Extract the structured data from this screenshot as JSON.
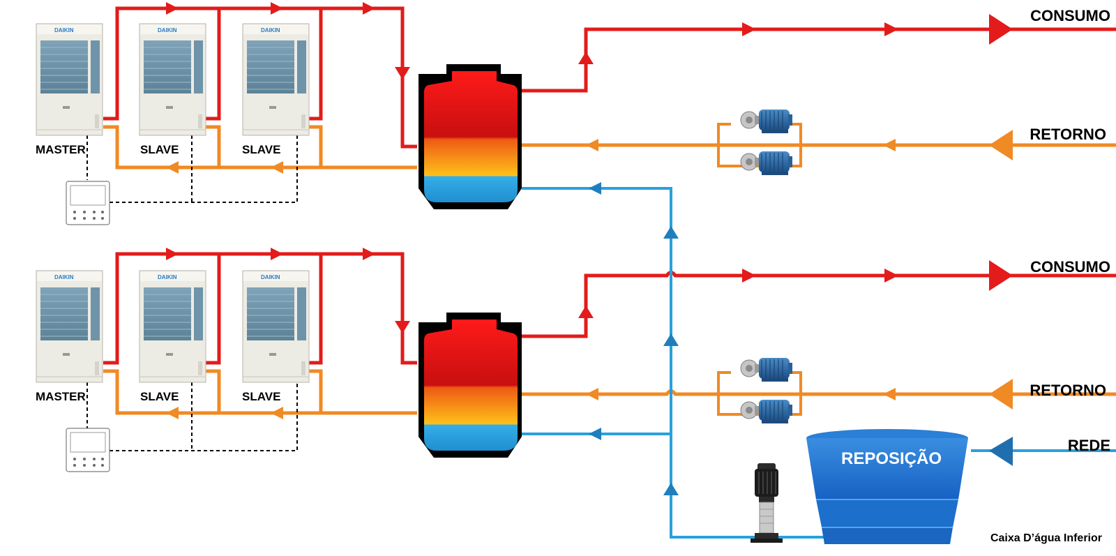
{
  "colors": {
    "hot": "#e31b1b",
    "return": "#f08a24",
    "cold": "#2aa0dc",
    "control": "#000000"
  },
  "units": {
    "brand": "DAIKIN",
    "master_label": "MASTER",
    "slave_label": "SLAVE"
  },
  "lines": {
    "consumo": "CONSUMO",
    "retorno": "RETORNO",
    "rede": "REDE"
  },
  "reservoir": {
    "label": "REPOSIÇÃO",
    "caption": "Caixa D’água Inferior"
  },
  "icons": [
    "heat-pump-icon",
    "controller-icon",
    "storage-tank-icon",
    "circulation-pump-icon",
    "booster-pump-icon",
    "water-reservoir-icon",
    "flow-arrow-icon"
  ]
}
